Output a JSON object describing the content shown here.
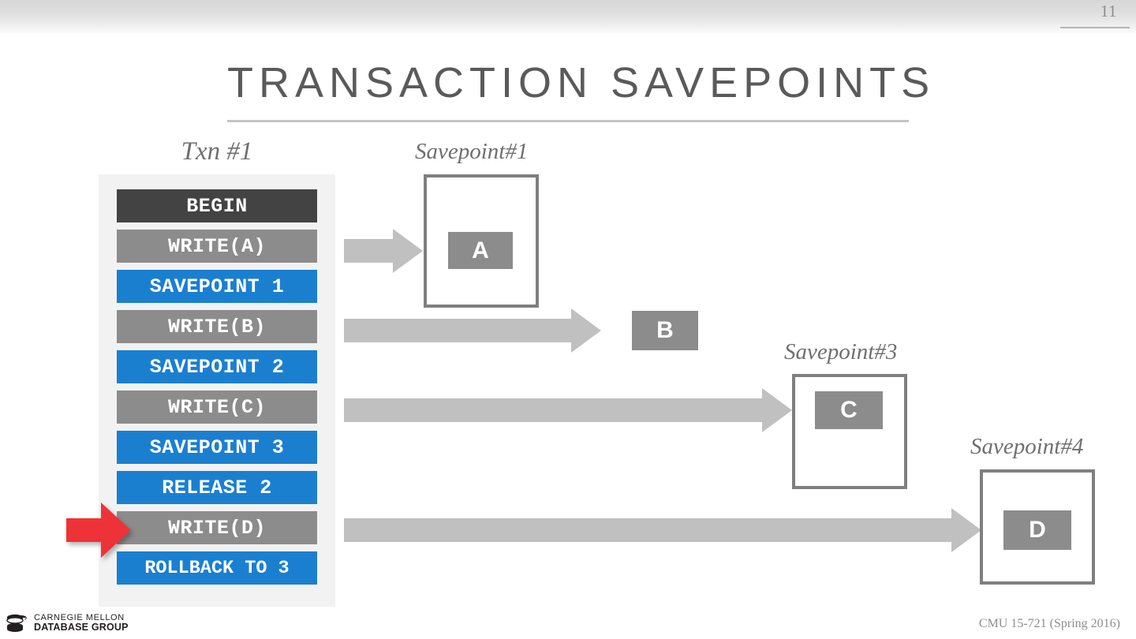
{
  "slide": {
    "page_number": "11",
    "title": "TRANSACTION SAVEPOINTS",
    "accent_blue": "#1b7fd0",
    "grey_block": "#8c8c8c",
    "dark_block": "#434343",
    "pointer_red": "#ee3338",
    "arrow_grey": "#c0c0c0",
    "box_border": "#7f7f7f"
  },
  "txn": {
    "label": "Txn #1",
    "operations": [
      {
        "text": "BEGIN",
        "kind": "begin"
      },
      {
        "text": "WRITE(A)",
        "kind": "write"
      },
      {
        "text": "SAVEPOINT 1",
        "kind": "savepoint"
      },
      {
        "text": "WRITE(B)",
        "kind": "write"
      },
      {
        "text": "SAVEPOINT 2",
        "kind": "savepoint"
      },
      {
        "text": "WRITE(C)",
        "kind": "write"
      },
      {
        "text": "SAVEPOINT 3",
        "kind": "savepoint"
      },
      {
        "text": "RELEASE 2",
        "kind": "savepoint"
      },
      {
        "text": "WRITE(D)",
        "kind": "write"
      },
      {
        "text": "ROLLBACK TO 3",
        "kind": "savepoint"
      }
    ],
    "current_operation": "WRITE(D)"
  },
  "savepoints": [
    {
      "label": "Savepoint#1",
      "block": "A",
      "boxed": true
    },
    {
      "label": "",
      "block": "B",
      "boxed": false
    },
    {
      "label": "Savepoint#3",
      "block": "C",
      "boxed": true
    },
    {
      "label": "Savepoint#4",
      "block": "D",
      "boxed": true
    }
  ],
  "footer": {
    "logo_line1": "CARNEGIE MELLON",
    "logo_line2": "DATABASE GROUP",
    "course": "CMU 15-721 (Spring 2016)"
  }
}
